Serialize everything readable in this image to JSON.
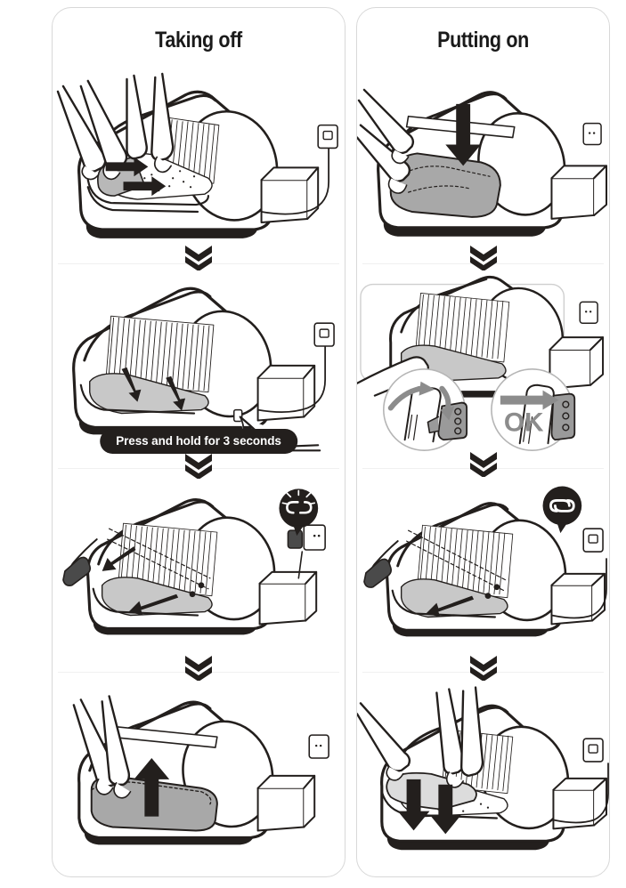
{
  "document": {
    "type": "instruction-manual-diagram",
    "subject": "self-cleaning litter box liner and waste drawer service procedure",
    "columns": 2
  },
  "colors": {
    "ink": "#1a1a1a",
    "outline": "#231f1d",
    "panel_border": "#d8d8d8",
    "badge_bg": "#231f1d",
    "badge_text": "#ffffff",
    "fill_gray": "#a8a8a8",
    "fill_light": "#dcdcdc",
    "arrow_black": "#231f1d",
    "arrow_gray": "#8c8c8c",
    "page_bg": "#ffffff"
  },
  "panels": [
    {
      "id": "taking-off",
      "title": "Taking off",
      "steps": [
        {
          "index": 1,
          "name": "remove-liner",
          "caption": "",
          "icons": [
            "wall-outlet-icon",
            "plugged-cord"
          ],
          "arrows": [
            "pull-arrow-left",
            "pull-arrow-right"
          ]
        },
        {
          "index": 2,
          "name": "press-and-hold-power",
          "caption": "Press and hold for 3 seconds",
          "icons": [
            "wall-outlet-icon",
            "hand-pressing-button"
          ],
          "arrows": [
            "down-left-arrow",
            "down-right-arrow"
          ]
        },
        {
          "index": 3,
          "name": "unplug-power-cord",
          "caption": "",
          "icons": [
            "broken-link-icon",
            "wall-outlet-icon",
            "unplugged-cord"
          ],
          "arrows": [
            "detach-arrow"
          ]
        },
        {
          "index": 4,
          "name": "lift-out-waste-drawer",
          "caption": "",
          "icons": [
            "wall-outlet-icon"
          ],
          "arrows": [
            "up-arrow"
          ]
        }
      ]
    },
    {
      "id": "putting-on",
      "title": "Putting on",
      "steps": [
        {
          "index": 1,
          "name": "insert-waste-drawer",
          "caption": "",
          "icons": [
            "wall-outlet-icon"
          ],
          "arrows": [
            "down-arrow"
          ]
        },
        {
          "index": 2,
          "name": "align-latch-detail",
          "caption": "",
          "icons": [
            "detail-circle-rotate",
            "detail-circle-ok",
            "wall-outlet-icon"
          ],
          "detail_label": "OK",
          "arrows": [
            "curved-arrow-up",
            "curved-arrow-down",
            "straight-arrow-right"
          ]
        },
        {
          "index": 3,
          "name": "plug-in-power-cord",
          "caption": "",
          "icons": [
            "connected-link-icon",
            "wall-outlet-icon",
            "plugged-cord"
          ],
          "arrows": [
            "attach-arrow"
          ]
        },
        {
          "index": 4,
          "name": "press-liner-into-place",
          "caption": "",
          "icons": [
            "wall-outlet-icon",
            "plugged-cord"
          ],
          "arrows": [
            "push-down-arrow-left",
            "push-down-arrow-right"
          ]
        }
      ]
    }
  ],
  "separators": {
    "glyph": "double-chevron-down",
    "count": 6
  }
}
